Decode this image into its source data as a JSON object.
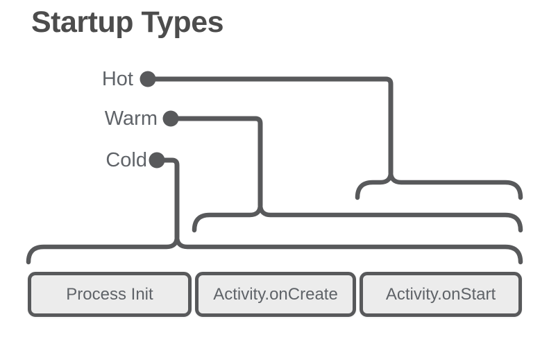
{
  "title": "Startup Types",
  "startup_types": [
    {
      "label": "Hot",
      "covers": [
        "Activity.onStart"
      ]
    },
    {
      "label": "Warm",
      "covers": [
        "Activity.onCreate",
        "Activity.onStart"
      ]
    },
    {
      "label": "Cold",
      "covers": [
        "Process Init",
        "Activity.onCreate",
        "Activity.onStart"
      ]
    }
  ],
  "phases": [
    {
      "label": "Process Init"
    },
    {
      "label": "Activity.onCreate"
    },
    {
      "label": "Activity.onStart"
    }
  ],
  "icons": [
    {
      "name": "hot-connector-dot"
    },
    {
      "name": "warm-connector-dot"
    },
    {
      "name": "cold-connector-dot"
    }
  ],
  "colors": {
    "line": "#58595b",
    "title_text": "#4c4c4c",
    "label_text": "#5f6368",
    "box_fill": "#ececec",
    "box_border": "#58595b",
    "background": "#ffffff"
  }
}
